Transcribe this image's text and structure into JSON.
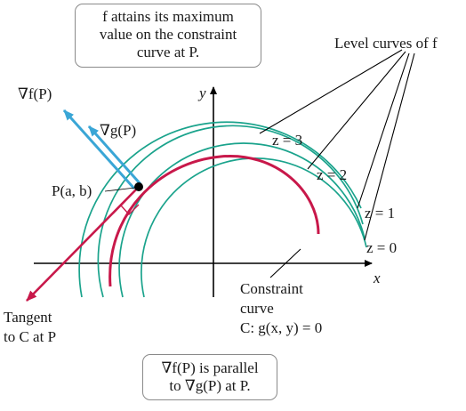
{
  "callout_top": {
    "lines": [
      "f attains its maximum",
      "value on the constraint",
      "curve at P."
    ]
  },
  "callout_bottom": {
    "lines": [
      "∇f(P) is parallel",
      "to ∇g(P) at P."
    ]
  },
  "labels": {
    "level_curves": "Level curves of f",
    "grad_f": "∇f(P)",
    "grad_g": "∇g(P)",
    "point": "P(a, b)",
    "y_axis": "y",
    "x_axis": "x",
    "z3": "z = 3",
    "z2": "z = 2",
    "z1": "z = 1",
    "z0": "z = 0",
    "constraint_1": "Constraint",
    "constraint_2": "curve",
    "constraint_3": "C: g(x, y) = 0",
    "tangent_1": "Tangent",
    "tangent_2": "to C at P"
  },
  "colors": {
    "level_curve": "#1aa38c",
    "constraint": "#c8184a",
    "gradient": "#3aa6d6",
    "axis": "#000000"
  }
}
